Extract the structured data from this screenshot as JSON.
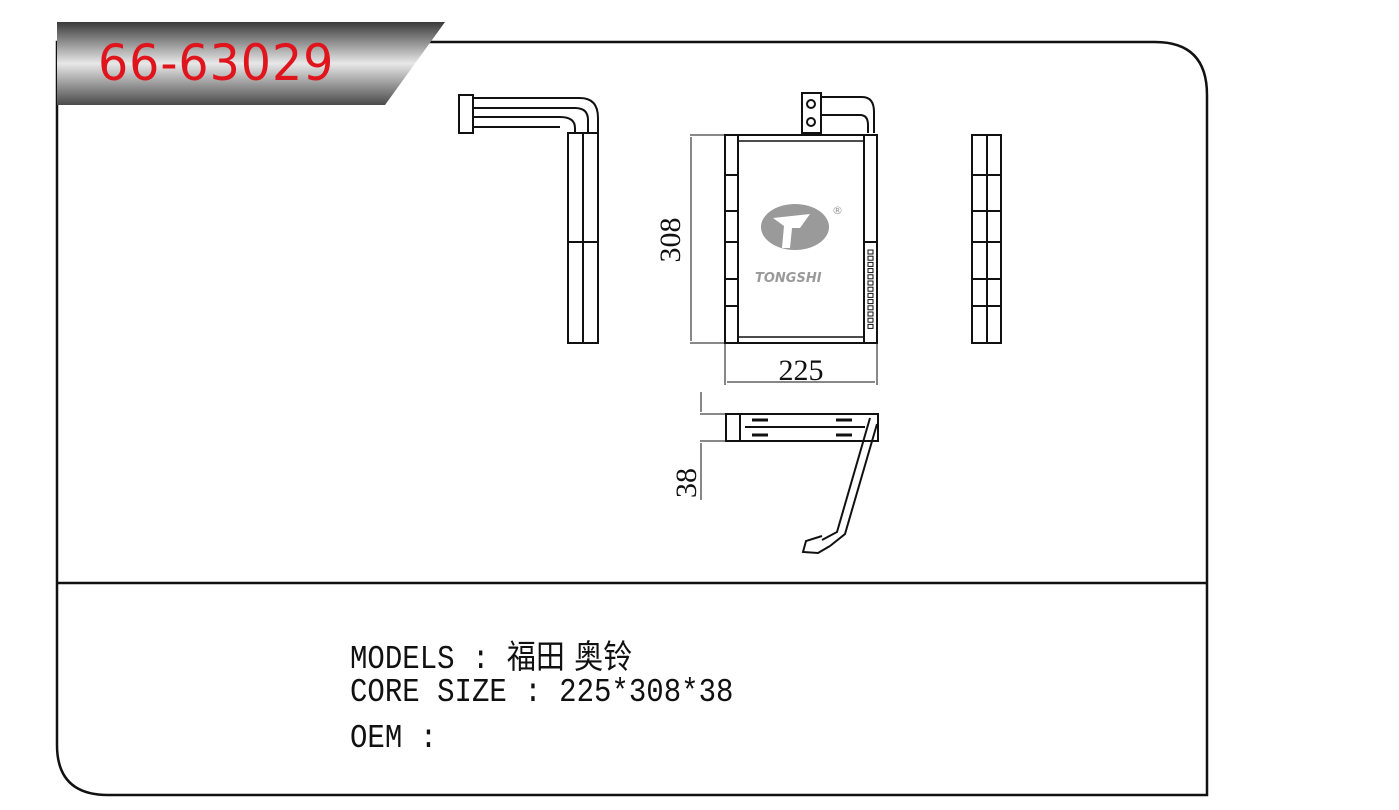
{
  "part_number": "66-63029",
  "drawing": {
    "dim_height": "308",
    "dim_width": "225",
    "dim_depth": "38",
    "logo_text": "TONGSHI",
    "logo_mark": "®"
  },
  "specs": {
    "models_label": "MODELS",
    "models_value": "福田 奥铃",
    "core_size_label": "CORE SIZE",
    "core_size_value": "225*308*38",
    "oem_label": "OEM",
    "oem_value": "",
    "separator": ":"
  },
  "colors": {
    "part_number": "#e0141c",
    "line": "#111111",
    "logo": "#9a9a9a"
  }
}
